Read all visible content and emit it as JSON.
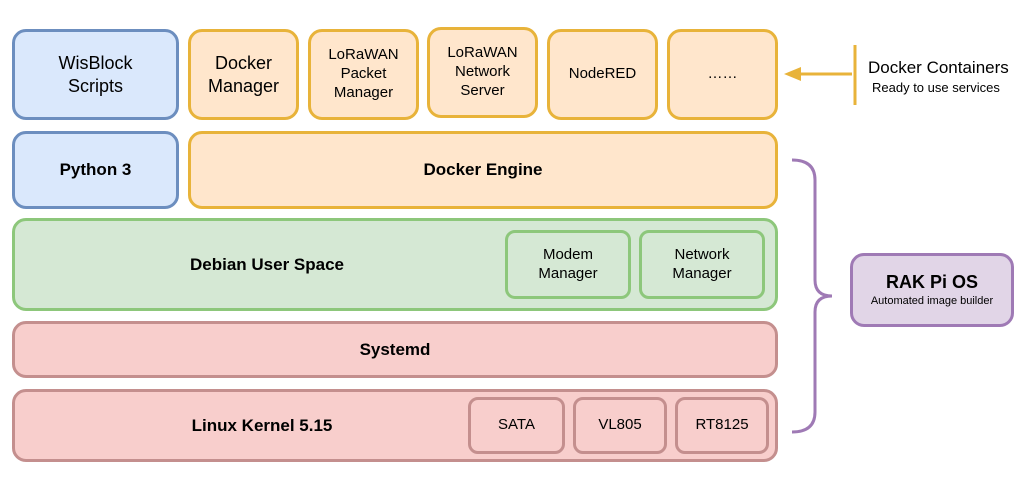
{
  "containers": {
    "wisblock": "WisBlock\nScripts",
    "docker_manager": "Docker\nManager",
    "lorawan_packet": "LoRaWAN\nPacket\nManager",
    "lorawan_network": "LoRaWAN\nNetwork\nServer",
    "nodered": "NodeRED",
    "more": "……"
  },
  "layers": {
    "python": "Python 3",
    "docker_engine": "Docker Engine",
    "debian": "Debian User Space",
    "modem_manager": "Modem\nManager",
    "network_manager": "Network\nManager",
    "systemd": "Systemd",
    "kernel": "Linux Kernel 5.15",
    "sata": "SATA",
    "vl805": "VL805",
    "rt8125": "RT8125"
  },
  "annotations": {
    "docker_title": "Docker Containers",
    "docker_subtitle": "Ready to use services",
    "rak_title": "RAK Pi OS",
    "rak_subtitle": "Automated image builder"
  },
  "colors": {
    "blue_fill": "#dae8fc",
    "blue_border": "#6c8ebf",
    "orange_fill": "#ffe6cc",
    "orange_border": "#e8b33a",
    "green_fill": "#d5e8d4",
    "green_border": "#8dc77b",
    "red_fill": "#f8cecc",
    "red_border": "#c48f8e",
    "purple_fill": "#e1d5e7",
    "purple_border": "#9f7ab5"
  }
}
